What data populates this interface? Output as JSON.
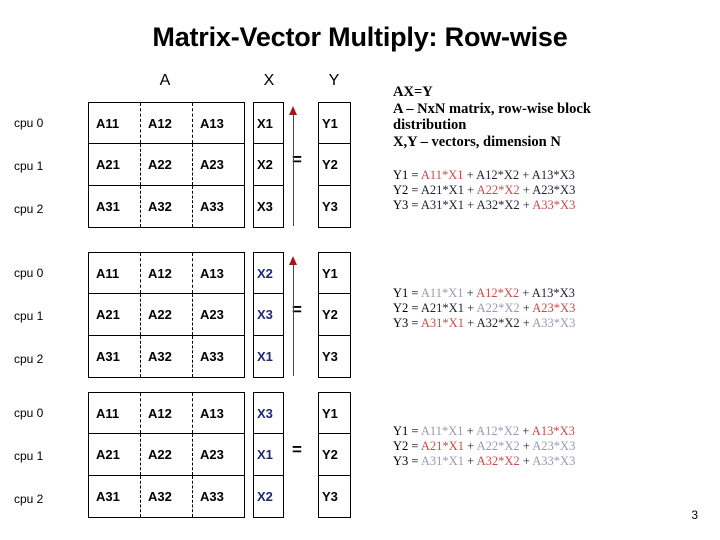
{
  "slide": {
    "title": "Matrix-Vector Multiply: Row-wise",
    "page_number": "3"
  },
  "headers": {
    "a": "A",
    "x": "X",
    "y": "Y"
  },
  "cpu_labels": [
    "cpu 0",
    "cpu 1",
    "cpu 2"
  ],
  "matrix_a": {
    "rows": [
      [
        "A11",
        "A12",
        "A13"
      ],
      [
        "A21",
        "A22",
        "A23"
      ],
      [
        "A31",
        "A32",
        "A33"
      ]
    ]
  },
  "equals_symbol": "=",
  "colors": {
    "highlight_red": "#c0504d",
    "faded_gray": "#9a9ab0",
    "x_alt_navy": "#1f2a6e",
    "arrow_red": "#9e1b1b",
    "text_black": "#000000"
  },
  "description": {
    "line1": "AX=Y",
    "line2": "A – NxN matrix, row-wise block",
    "line3": "distribution",
    "line4": "X,Y – vectors, dimension N"
  },
  "steps": [
    {
      "step_index": 1,
      "x_vector": [
        "X1",
        "X2",
        "X3"
      ],
      "x_style": "black",
      "y_vector": [
        "Y1",
        "Y2",
        "Y3"
      ],
      "arrow": true,
      "equations": [
        {
          "lhs": "Y1 = ",
          "terms": [
            {
              "text": "A11*X1",
              "style": "red"
            },
            {
              "text": " + ",
              "style": "dark"
            },
            {
              "text": "A12*X2",
              "style": "dark"
            },
            {
              "text": " + ",
              "style": "dark"
            },
            {
              "text": "A13*X3",
              "style": "dark"
            }
          ]
        },
        {
          "lhs": "Y2 = ",
          "terms": [
            {
              "text": "A21*X1",
              "style": "dark"
            },
            {
              "text": " + ",
              "style": "dark"
            },
            {
              "text": "A22*X2",
              "style": "red"
            },
            {
              "text": " + ",
              "style": "dark"
            },
            {
              "text": "A23*X3",
              "style": "dark"
            }
          ]
        },
        {
          "lhs": "Y3 = ",
          "terms": [
            {
              "text": "A31*X1",
              "style": "dark"
            },
            {
              "text": " + ",
              "style": "dark"
            },
            {
              "text": "A32*X2",
              "style": "dark"
            },
            {
              "text": " + ",
              "style": "dark"
            },
            {
              "text": "A33*X3",
              "style": "red"
            }
          ]
        }
      ]
    },
    {
      "step_index": 2,
      "x_vector": [
        "X2",
        "X3",
        "X1"
      ],
      "x_style": "navy",
      "y_vector": [
        "Y1",
        "Y2",
        "Y3"
      ],
      "arrow": true,
      "equations": [
        {
          "lhs": "Y1 = ",
          "terms": [
            {
              "text": "A11*X1",
              "style": "gray"
            },
            {
              "text": " + ",
              "style": "dark"
            },
            {
              "text": "A12*X2",
              "style": "red"
            },
            {
              "text": " + ",
              "style": "dark"
            },
            {
              "text": "A13*X3",
              "style": "dark"
            }
          ]
        },
        {
          "lhs": "Y2 = ",
          "terms": [
            {
              "text": "A21*X1",
              "style": "dark"
            },
            {
              "text": " + ",
              "style": "dark"
            },
            {
              "text": "A22*X2",
              "style": "gray"
            },
            {
              "text": " + ",
              "style": "dark"
            },
            {
              "text": "A23*X3",
              "style": "red"
            }
          ]
        },
        {
          "lhs": "Y3 = ",
          "terms": [
            {
              "text": "A31*X1",
              "style": "red"
            },
            {
              "text": " + ",
              "style": "dark"
            },
            {
              "text": "A32*X2",
              "style": "dark"
            },
            {
              "text": " + ",
              "style": "dark"
            },
            {
              "text": "A33*X3",
              "style": "gray"
            }
          ]
        }
      ]
    },
    {
      "step_index": 3,
      "x_vector": [
        "X3",
        "X1",
        "X2"
      ],
      "x_style": "navy",
      "y_vector": [
        "Y1",
        "Y2",
        "Y3"
      ],
      "arrow": false,
      "equations": [
        {
          "lhs": "Y1 = ",
          "terms": [
            {
              "text": "A11*X1",
              "style": "gray"
            },
            {
              "text": " + ",
              "style": "dark"
            },
            {
              "text": "A12*X2",
              "style": "gray"
            },
            {
              "text": " + ",
              "style": "dark"
            },
            {
              "text": "A13*X3",
              "style": "red"
            }
          ]
        },
        {
          "lhs": "Y2 = ",
          "terms": [
            {
              "text": "A21*X1",
              "style": "red"
            },
            {
              "text": " + ",
              "style": "dark"
            },
            {
              "text": "A22*X2",
              "style": "gray"
            },
            {
              "text": " + ",
              "style": "dark"
            },
            {
              "text": "A23*X3",
              "style": "gray"
            }
          ]
        },
        {
          "lhs": "Y3 = ",
          "terms": [
            {
              "text": "A31*X1",
              "style": "gray"
            },
            {
              "text": " + ",
              "style": "dark"
            },
            {
              "text": "A32*X2",
              "style": "red"
            },
            {
              "text": " + ",
              "style": "dark"
            },
            {
              "text": "A33*X3",
              "style": "gray"
            }
          ]
        }
      ]
    }
  ]
}
